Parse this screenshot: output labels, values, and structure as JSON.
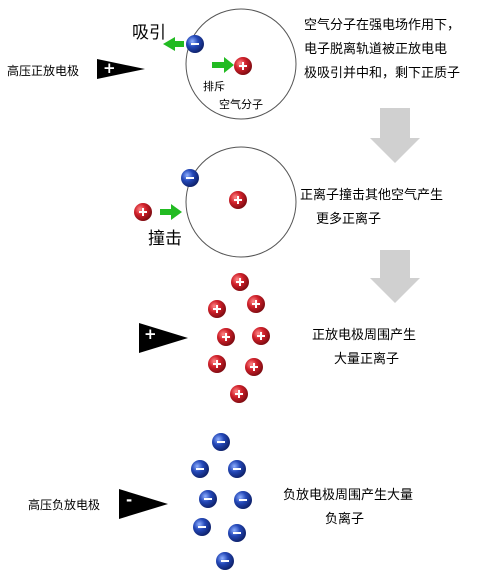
{
  "colors": {
    "positive_ion": "#c8181e",
    "negative_ion": "#1f3fa8",
    "arrow_green": "#22bb22",
    "down_arrow": "#d0d0d0",
    "electrode": "#000000"
  },
  "stage1": {
    "electrode_label": "高压正放电极",
    "electrode_symbol": "+",
    "attract_label": "吸引",
    "repel_label": "排斥",
    "molecule_label": "空气分子",
    "desc_lines": [
      "空气分子在强电场作用下，",
      "电子脱离轨道被正放电电",
      "极吸引并中和，剩下正质子"
    ]
  },
  "stage2": {
    "collide_label": "撞击",
    "desc_lines": [
      "正离子撞击其他空气产生",
      "更多正离子"
    ]
  },
  "stage3": {
    "electrode_symbol": "+",
    "desc_lines": [
      "正放电极周围产生",
      "大量正离子"
    ]
  },
  "stage4": {
    "electrode_label": "高压负放电极",
    "electrode_symbol": "-",
    "desc_lines": [
      "负放电极周围产生大量",
      "负离子"
    ]
  },
  "ion_symbols": {
    "positive": "+",
    "negative": "-"
  }
}
